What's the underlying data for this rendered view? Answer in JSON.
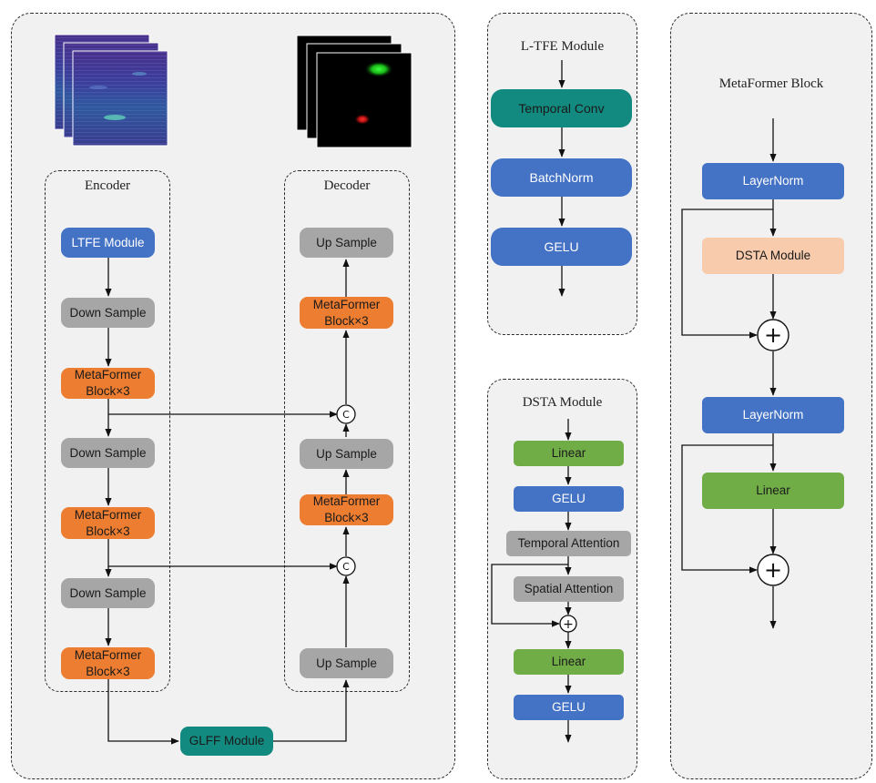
{
  "main": {
    "encoder": {
      "title": "Encoder",
      "ltfe": "LTFE Module",
      "down1": "Down Sample",
      "meta1": "MetaFormer\nBlock×3",
      "down2": "Down Sample",
      "meta2": "MetaFormer\nBlock×3",
      "down3": "Down Sample",
      "meta3": "MetaFormer\nBlock×3"
    },
    "decoder": {
      "title": "Decoder",
      "up_top": "Up Sample",
      "meta_top": "MetaFormer\nBlock×3",
      "concat1": "C",
      "up_mid": "Up Sample",
      "meta_mid": "MetaFormer\nBlock×3",
      "concat2": "C",
      "up_bottom": "Up Sample"
    },
    "glff": "GLFF Module"
  },
  "ltfe_module": {
    "title": "L-TFE  Module",
    "temporal_conv": "Temporal Conv",
    "batchnorm": "BatchNorm",
    "gelu": "GELU"
  },
  "dsta_module": {
    "title": "DSTA Module",
    "linear1": "Linear",
    "gelu1": "GELU",
    "temporal_attention": "Temporal Attention",
    "spatial_attention": "Spatial Attention",
    "plus": "+",
    "linear2": "Linear",
    "gelu2": "GELU"
  },
  "metaformer": {
    "title": "MetaFormer Block",
    "layernorm1": "LayerNorm",
    "dsta": "DSTA Module",
    "plus1": "+",
    "layernorm2": "LayerNorm",
    "linear": "Linear",
    "plus2": "+"
  },
  "colors": {
    "blue": "#4472c4",
    "gray": "#a6a6a6",
    "orange": "#ed7d31",
    "teal": "#138a7f",
    "green": "#70ad47",
    "peach": "#f8cbad",
    "panel_bg": "#f1f1f1"
  },
  "icons": [
    "input-spectrogram-stack-image",
    "output-heatmap-stack-image"
  ]
}
